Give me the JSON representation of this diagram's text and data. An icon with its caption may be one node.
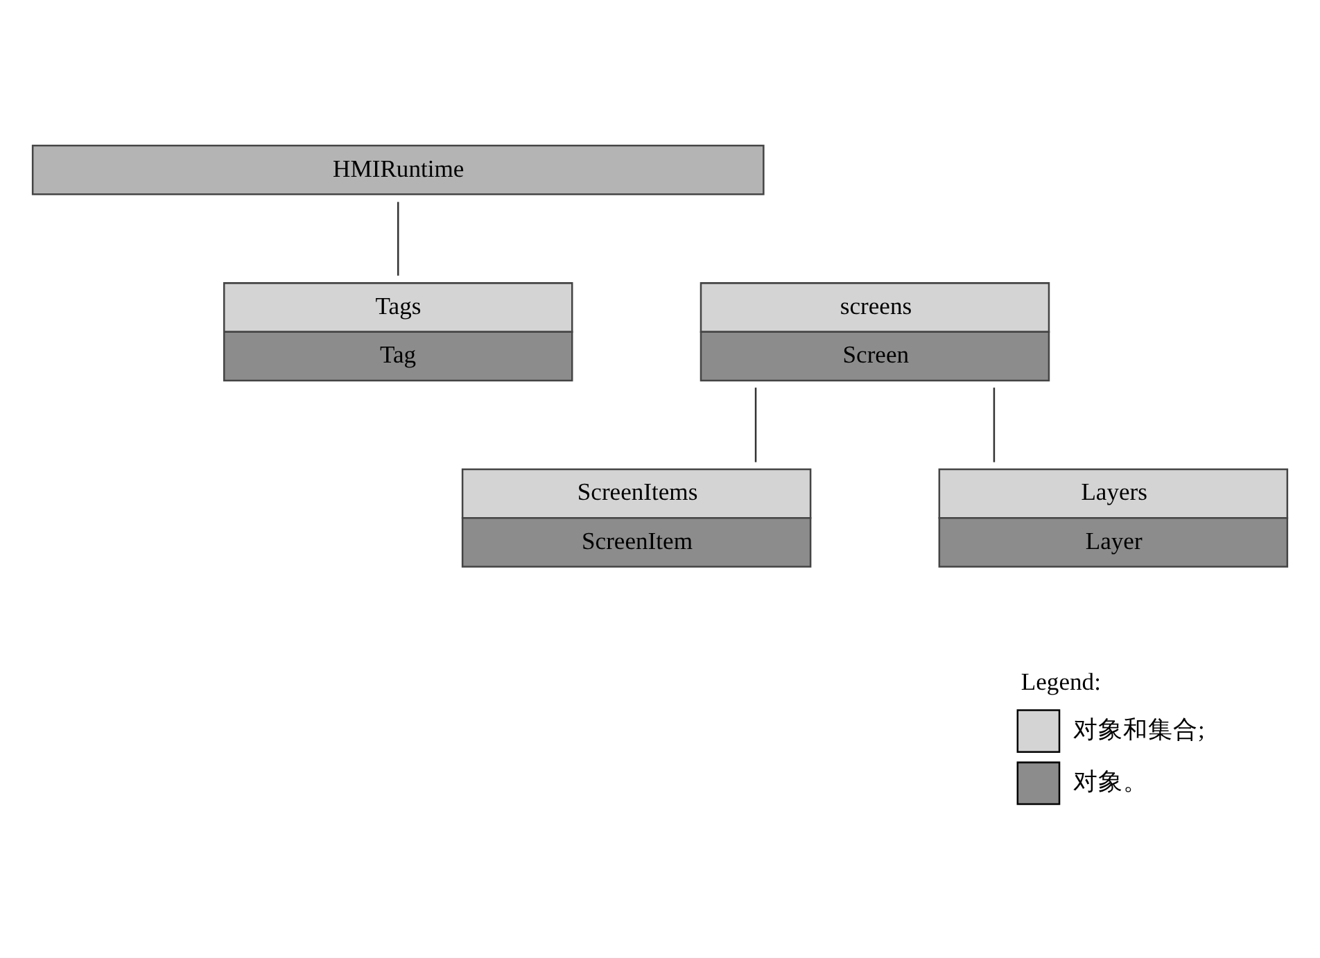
{
  "diagram": {
    "nodes": [
      {
        "text": [
          "HMIRuntime"
        ]
      },
      {
        "text": [
          "Tags",
          "Tag"
        ]
      },
      {
        "text": [
          "screens",
          "Screen"
        ]
      },
      {
        "text": [
          "ScreenItems",
          "ScreenItem"
        ]
      },
      {
        "text": [
          "Layers",
          "Layer"
        ]
      }
    ],
    "edges": [
      {
        "from": 0,
        "to": 1,
        "arrow": "none"
      },
      {
        "from": 2,
        "to": 3,
        "arrow": "none"
      },
      {
        "from": 2,
        "to": 4,
        "arrow": "none"
      }
    ],
    "labels": [
      "Legend:"
    ],
    "legend": [
      {
        "text": "对象和集合;",
        "color": "#d4d4d4"
      },
      {
        "text": "对象。",
        "color": "#8c8c8c"
      }
    ]
  }
}
